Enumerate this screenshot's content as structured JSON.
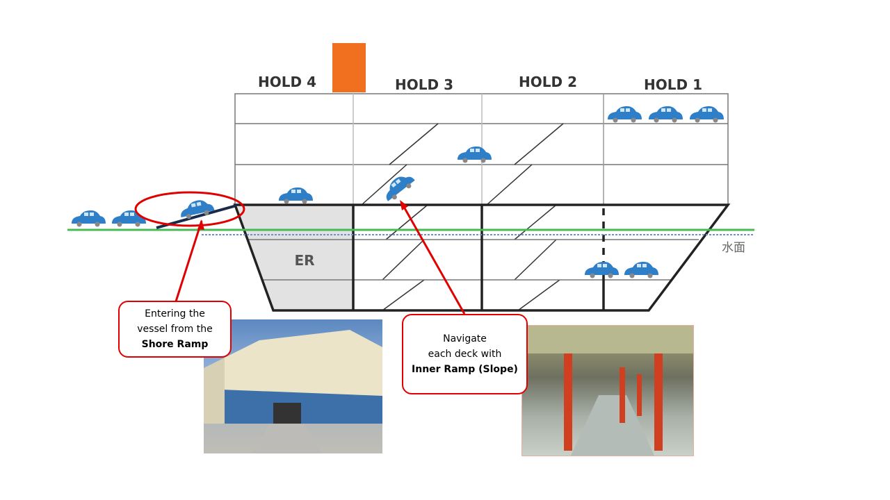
{
  "diagram": {
    "holds": [
      "HOLD 4",
      "HOLD 3",
      "HOLD 2",
      "HOLD 1"
    ],
    "engine_room_label": "ER",
    "water_surface_label": "水面",
    "callouts": [
      {
        "lines": [
          "Entering the",
          "vessel from the"
        ],
        "bold": "Shore Ramp"
      },
      {
        "lines": [
          "Navigate",
          "each deck with"
        ],
        "bold": "Inner Ramp (Slope)"
      }
    ],
    "photos": [
      "ship-exterior-photo",
      "inner-deck-ramp-photo"
    ],
    "colors": {
      "car": "#2f7fc8",
      "funnel": "#f07020",
      "water": "#44bb55",
      "highlight": "#e00000",
      "engine_room": "#e2e2e2"
    }
  }
}
